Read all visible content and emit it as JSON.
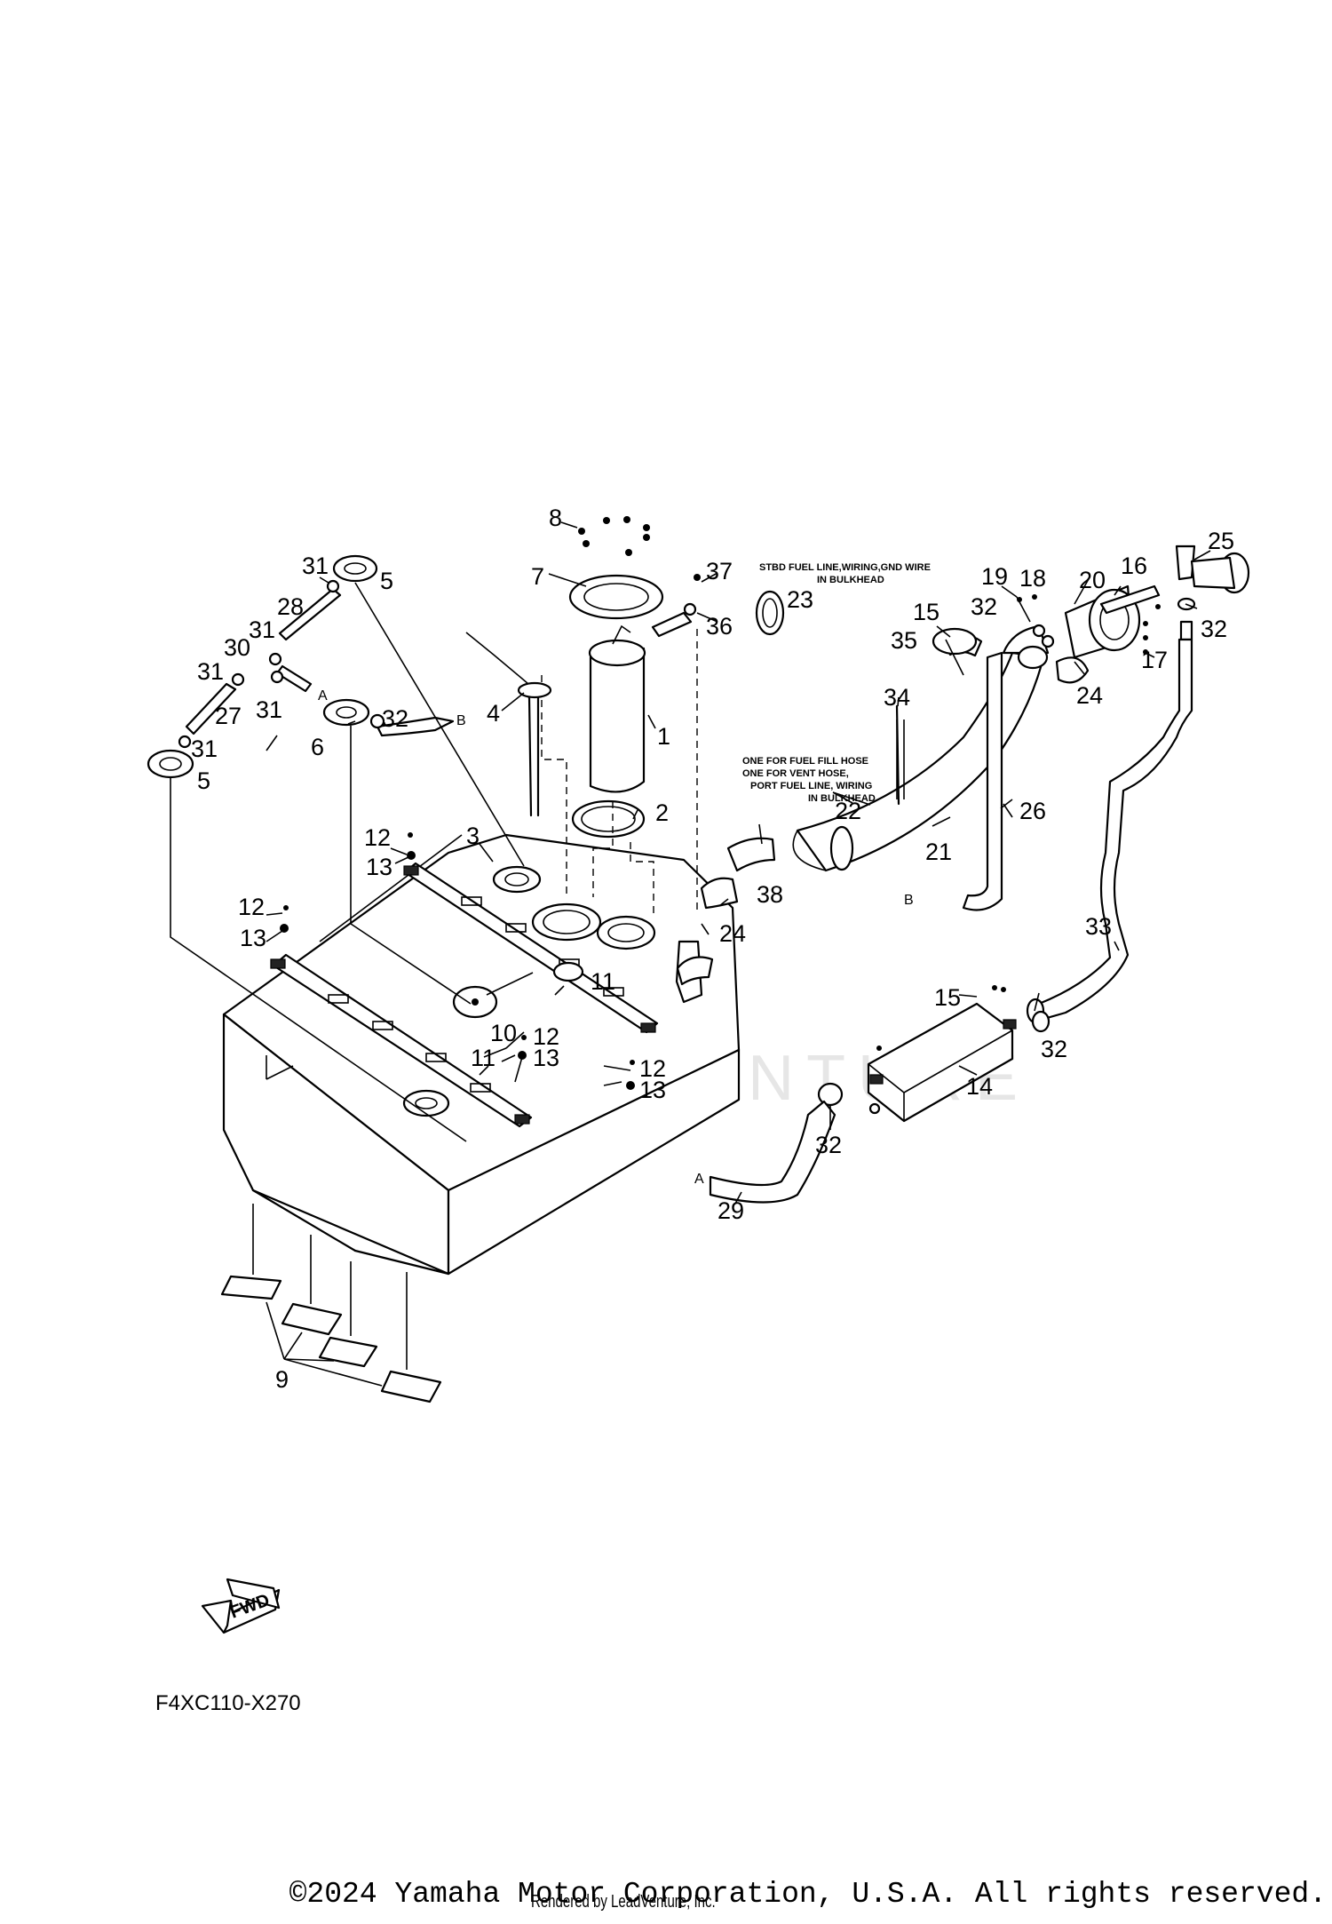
{
  "diagram": {
    "callouts": {
      "c1": "1",
      "c2": "2",
      "c3": "3",
      "c4": "4",
      "c5a": "5",
      "c5b": "5",
      "c6": "6",
      "c7": "7",
      "c8": "8",
      "c9": "9",
      "c10": "10",
      "c11a": "11",
      "c11b": "11",
      "c12a": "12",
      "c12b": "12",
      "c12c": "12",
      "c12d": "12",
      "c13a": "13",
      "c13b": "13",
      "c13c": "13",
      "c13d": "13",
      "c14": "14",
      "c15a": "15",
      "c15b": "15",
      "c16": "16",
      "c17": "17",
      "c18": "18",
      "c19": "19",
      "c20": "20",
      "c21": "21",
      "c22": "22",
      "c23": "23",
      "c24a": "24",
      "c24b": "24",
      "c25": "25",
      "c26": "26",
      "c27": "27",
      "c28": "28",
      "c29": "29",
      "c30": "30",
      "c31a": "31",
      "c31b": "31",
      "c31c": "31",
      "c31d": "31",
      "c31e": "31",
      "c32a": "32",
      "c32b": "32",
      "c32c": "32",
      "c32d": "32",
      "c32e": "32",
      "c33": "33",
      "c34": "34",
      "c35": "35",
      "c36": "36",
      "c37": "37",
      "c38": "38"
    },
    "refs": {
      "a1": "A",
      "a2": "A",
      "b1": "B",
      "b2": "B"
    },
    "notes": {
      "stbd_line1": "STBD FUEL LINE,WIRING,GND WIRE",
      "stbd_line2": "IN BULKHEAD",
      "one_line1": "ONE FOR FUEL FILL HOSE",
      "one_line2": "ONE FOR VENT HOSE,",
      "one_line3": "PORT FUEL LINE, WIRING",
      "one_line4": "IN BULKHEAD"
    },
    "fwd_label": "FWD",
    "diagram_code": "F4XC110-X270",
    "watermark": "ADVENTURE"
  },
  "footer": {
    "copyright": "©2024 Yamaha Motor Corporation, U.S.A. All rights reserved.",
    "rendered_by": "Rendered by LeadVenture, Inc."
  }
}
